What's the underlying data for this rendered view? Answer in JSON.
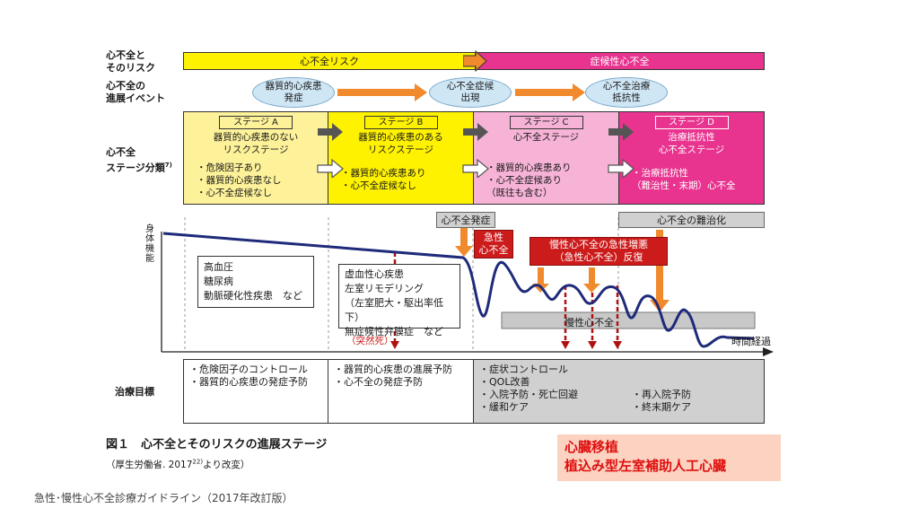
{
  "row_labels": {
    "risk": [
      "心不全と",
      "そのリスク"
    ],
    "events": [
      "心不全の",
      "進展イベント"
    ],
    "stages": [
      "心不全",
      "ステージ分類"
    ],
    "stages_sup": "7)",
    "treatment": "治療目標"
  },
  "top_bar": {
    "left": "心不全リスク",
    "right": "症候性心不全"
  },
  "events": [
    {
      "lines": [
        "器質的心疾患",
        "発症"
      ]
    },
    {
      "lines": [
        "心不全症候",
        "出現"
      ]
    },
    {
      "lines": [
        "心不全治療",
        "抵抗性"
      ]
    }
  ],
  "stages": [
    {
      "title": "ステージ A",
      "desc": [
        "器質的心疾患のない",
        "リスクステージ"
      ],
      "items": [
        "・危険因子あり",
        "・器質的心疾患なし",
        "・心不全症候なし"
      ],
      "color": "#fdf29a"
    },
    {
      "title": "ステージ B",
      "desc": [
        "器質的心疾患のある",
        "リスクステージ"
      ],
      "items": [
        "・器質的心疾患あり",
        "・心不全症候なし"
      ],
      "color": "#fff200"
    },
    {
      "title": "ステージ C",
      "desc": [
        "心不全ステージ"
      ],
      "items": [
        "・器質的心疾患あり",
        "・心不全症候あり",
        "（既往も含む）"
      ],
      "color": "#f6b3d6"
    },
    {
      "title": "ステージ D",
      "desc": [
        "治療抵抗性",
        "心不全ステージ"
      ],
      "items": [
        "・治療抵抗性",
        "（難治性・末期）心不全"
      ],
      "color": "#e8338f"
    }
  ],
  "graph": {
    "y_label": [
      "身",
      "体",
      "機",
      "能"
    ],
    "x_label": "時間経過",
    "onset_label": "心不全発症",
    "refractory_label": "心不全の難治化",
    "acute_label": [
      "急性",
      "心不全"
    ],
    "acute_repeat_label": [
      "慢性心不全の急性増悪",
      "（急性心不全）反復"
    ],
    "chronic_label": "慢性心不全",
    "sudden_death_label": "（突然死）",
    "risk_factors": [
      "高血圧",
      "糖尿病",
      "動脈硬化性疾患　など"
    ],
    "structural": [
      "虚血性心疾患",
      "左室リモデリング",
      "（左室肥大・駆出率低下）",
      "無症候性弁膜症　など"
    ]
  },
  "treatment_goals": {
    "col1": [
      "・危険因子のコントロール",
      "・器質的心疾患の発症予防"
    ],
    "col2": [
      "・器質的心疾患の進展予防",
      "・心不全の発症予防"
    ],
    "col3": [
      "・症状コントロール",
      "・QOL改善",
      "・入院予防・死亡回避",
      "・緩和ケア"
    ],
    "col4": [
      "・再入院予防",
      "・終末期ケア"
    ]
  },
  "caption": {
    "title": "図１　心不全とそのリスクの進展ステージ",
    "source_prefix": "（厚生労働省. 2017",
    "source_sup": "22)",
    "source_suffix": "より改変）"
  },
  "highlight": [
    "心臓移植",
    "植込み型左室補助人工心臓"
  ],
  "footer": "急性･慢性心不全診療ガイドライン（2017年改訂版）",
  "colors": {
    "yellow": "#fff200",
    "pink": "#e8338f",
    "orange": "#f08a2c",
    "red": "#cc1b1b",
    "navy": "#1f2a7a",
    "highlight_bg": "#fbd3c0"
  }
}
